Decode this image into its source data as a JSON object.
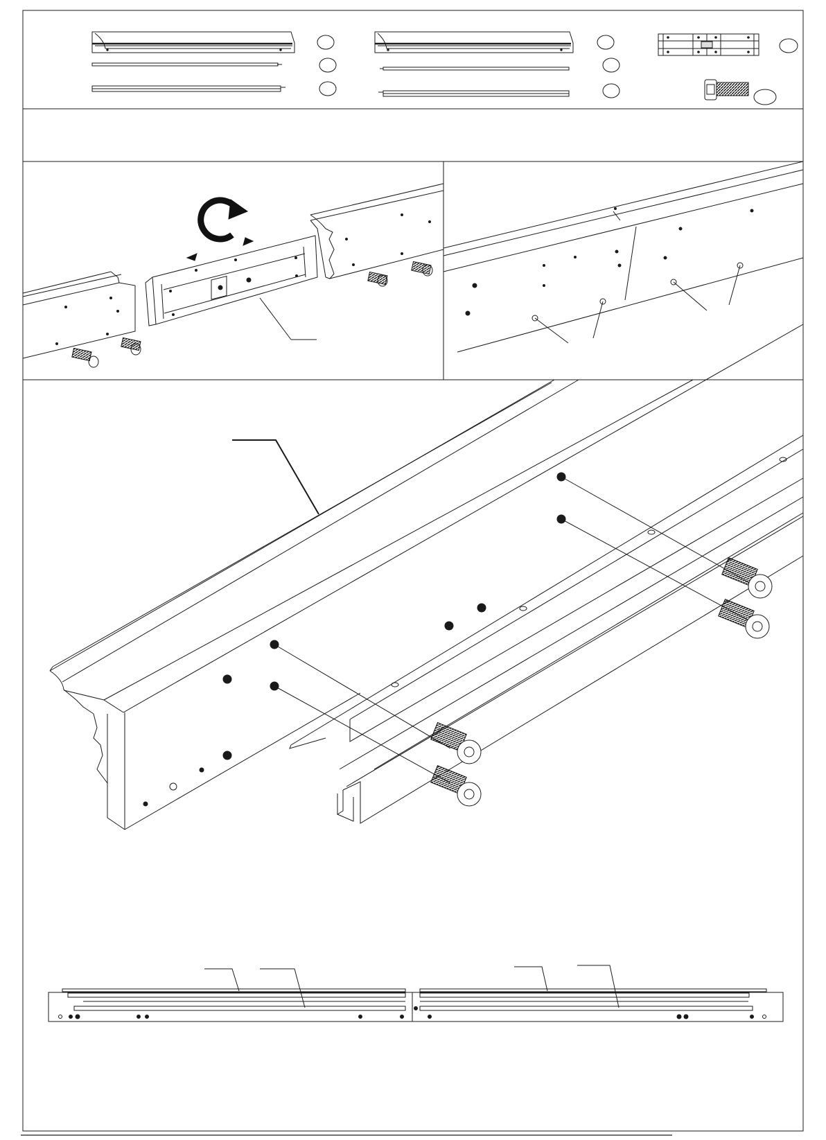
{
  "document": {
    "type": "assembly-instruction-sheet",
    "language": "none",
    "printed_text": []
  },
  "parts_header": {
    "callout_shape": "oval",
    "callout_labels": [
      "",
      "",
      "",
      "",
      "",
      "",
      "",
      "",
      ""
    ],
    "parts": [
      "cornice-moulding-left",
      "narrow-rail-left",
      "slotted-rail-left",
      "cornice-moulding-right",
      "narrow-rail-right",
      "slotted-rail-right",
      "joining-plate",
      "hex-socket-bolt"
    ]
  },
  "step_panels": [
    {
      "id": "step-1-join-plate",
      "rotate_arrow": true,
      "direction_arrows": 2
    },
    {
      "id": "step-2-joined-detail"
    },
    {
      "id": "step-3-rail-fixing",
      "bolts": 4
    },
    {
      "id": "step-4-plan-view"
    }
  ],
  "colors": {
    "line": "#1a1a1a",
    "background": "#ffffff",
    "fill_dark": "#222222"
  }
}
